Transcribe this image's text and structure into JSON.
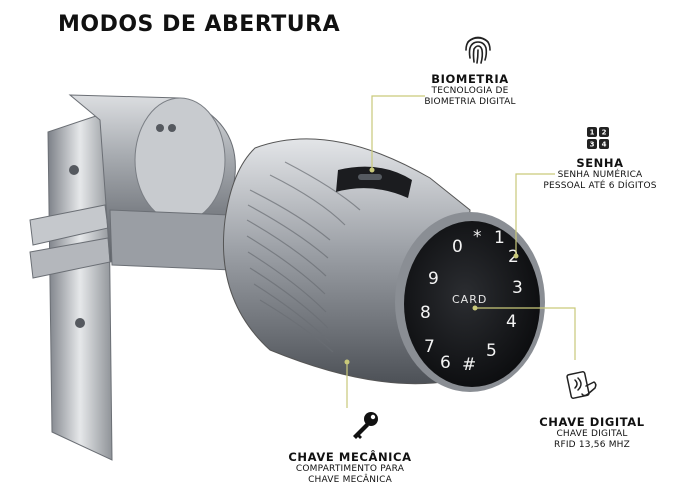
{
  "heading": "MODOS DE ABERTURA",
  "features": {
    "biometria": {
      "title": "BIOMETRIA",
      "desc": [
        "TECNOLOGIA DE",
        "BIOMETRIA DIGITAL"
      ],
      "icon": "fingerprint-icon"
    },
    "senha": {
      "title": "SENHA",
      "desc": [
        "SENHA NUMÉRICA",
        "PESSOAL ATÉ 6 DÍGITOS"
      ],
      "icon": "keypad-icon"
    },
    "chave_digital": {
      "title": "CHAVE DIGITAL",
      "desc": [
        "CHAVE DIGITAL",
        "RFID 13,56 MHZ"
      ],
      "icon": "rfid-card-icon"
    },
    "chave_mecanica": {
      "title": "CHAVE MECÂNICA",
      "desc": [
        "COMPARTIMENTO PARA",
        "CHAVE MECÂNICA"
      ],
      "icon": "key-icon"
    }
  },
  "keypad": {
    "keys": [
      "0",
      "*",
      "1",
      "2",
      "9",
      "3",
      "8",
      "4",
      "7",
      "6",
      "#",
      "5"
    ],
    "card_label": "CARD"
  },
  "colors": {
    "callout_line": "#c9c97a",
    "background": "#ffffff",
    "text": "#111111"
  }
}
